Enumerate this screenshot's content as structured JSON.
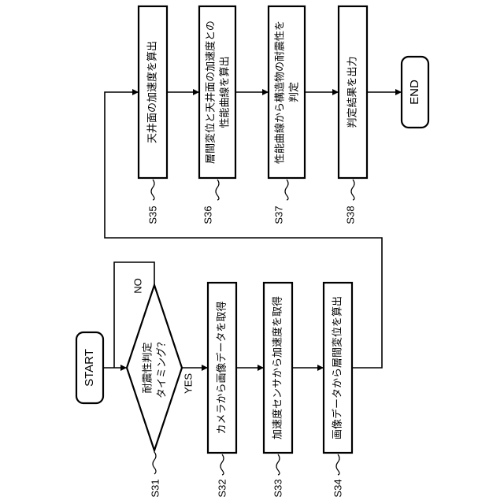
{
  "start": "START",
  "end": "END",
  "decision": {
    "line1": "耐震性判定",
    "line2": "タイミング？",
    "yes": "YES",
    "no": "NO"
  },
  "steps": {
    "s31": {
      "label": "S31"
    },
    "s32": {
      "label": "S32",
      "text": "カメラから画像データを取得"
    },
    "s33": {
      "label": "S33",
      "text": "加速度センサから加速度を取得"
    },
    "s34": {
      "label": "S34",
      "text": "画像データから層間変位を算出"
    },
    "s35": {
      "label": "S35",
      "text": "天井面の加速度を算出"
    },
    "s36": {
      "label": "S36",
      "line1": "層間変位と天井面の加速度との",
      "line2": "性能曲線を算出"
    },
    "s37": {
      "label": "S37",
      "line1": "性能曲線から構造物の耐震性を",
      "line2": "判定"
    },
    "s38": {
      "label": "S38",
      "text": "判定結果を出力"
    }
  }
}
